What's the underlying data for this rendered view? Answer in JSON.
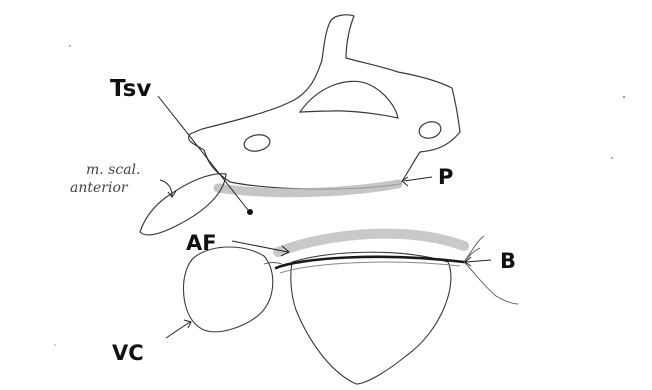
{
  "labels": {
    "tsv": "Tsv",
    "p": "P",
    "af": "AF",
    "b": "B",
    "vc": "VC",
    "muscle_line1": "m. scal.",
    "muscle_line2": "anterior"
  },
  "colors": {
    "ink": "#1a1a1a",
    "pencil": "#555555",
    "shading": "#bdbdbd",
    "paper": "#ffffff"
  }
}
